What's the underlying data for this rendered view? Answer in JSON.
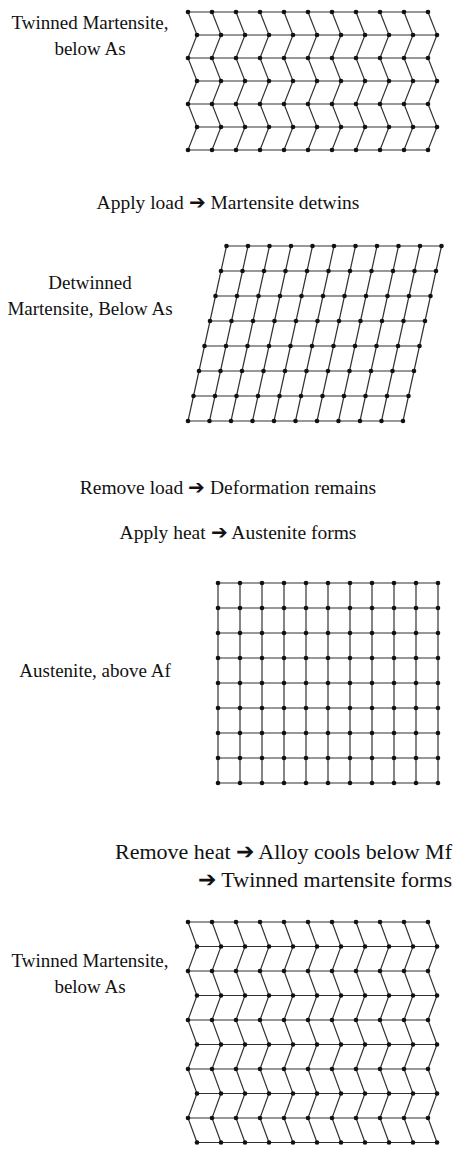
{
  "diagram": {
    "labels": [
      "Twinned Martensite, below As",
      "Apply load ➔ Martensite detwins",
      "Detwinned Martensite, Below As",
      "Remove load ➔ Deformation remains",
      "Apply heat ➔ Austenite forms",
      "Austenite, above Af",
      "Remove heat ➔ Alloy cools below Mf ➔ Twinned martensite forms",
      "Twinned Martensite, below As"
    ]
  }
}
